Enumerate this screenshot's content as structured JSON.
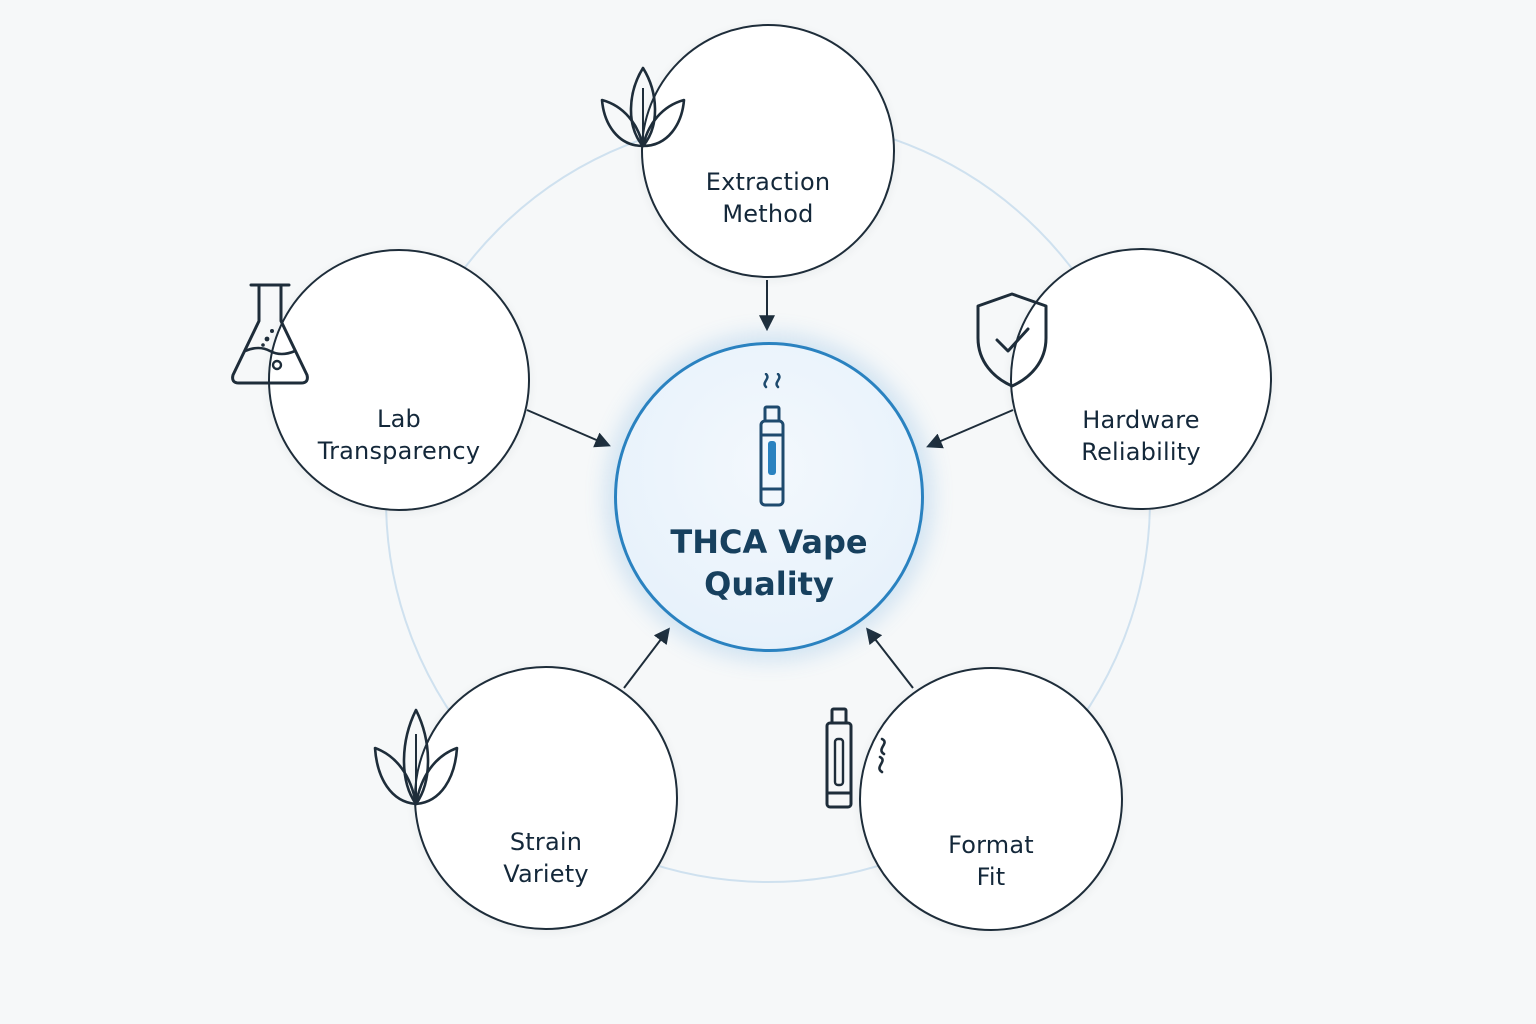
{
  "center": {
    "title_line1": "THCA Vape",
    "title_line2": "Quality",
    "icon": "vape-pen-icon"
  },
  "factors": [
    {
      "id": "extraction-method",
      "line1": "Extraction",
      "line2": "Method",
      "icon": "leaf-icon"
    },
    {
      "id": "hardware-reliability",
      "line1": "Hardware",
      "line2": "Reliability",
      "icon": "shield-check-icon"
    },
    {
      "id": "format-fit",
      "line1": "Format",
      "line2": "Fit",
      "icon": "vape-cartridge-icon"
    },
    {
      "id": "strain-variety",
      "line1": "Strain",
      "line2": "Variety",
      "icon": "leaf-icon"
    },
    {
      "id": "lab-transparency",
      "line1": "Lab",
      "line2": "Transparency",
      "icon": "flask-icon"
    }
  ],
  "colors": {
    "background": "#f6f8f9",
    "node_stroke": "#1e2d3a",
    "center_stroke": "#2a82c0",
    "ring": "#cfe1ef",
    "text": "#14283a",
    "center_text": "#17405e"
  }
}
